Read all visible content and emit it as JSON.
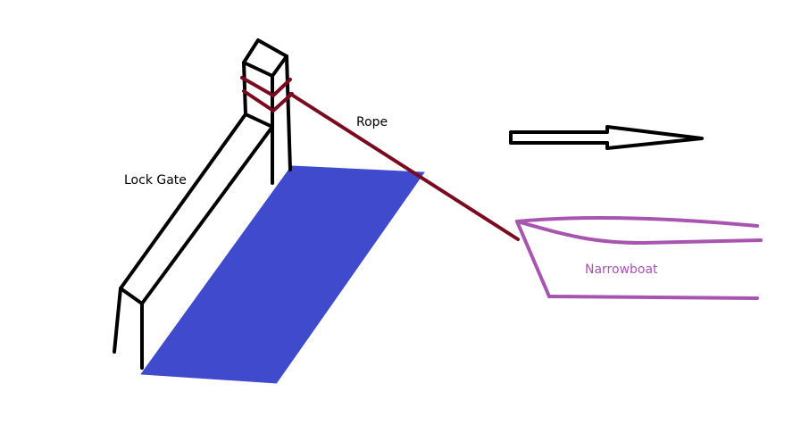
{
  "labels": {
    "lock_gate": "Lock Gate",
    "rope": "Rope",
    "narrowboat": "Narrowboat"
  },
  "colors": {
    "outline": "#000000",
    "water": "#3f4acc",
    "rope": "#7a0a1f",
    "boat": "#a855b0",
    "label_text": "#000000",
    "boat_text": "#a855b0"
  }
}
